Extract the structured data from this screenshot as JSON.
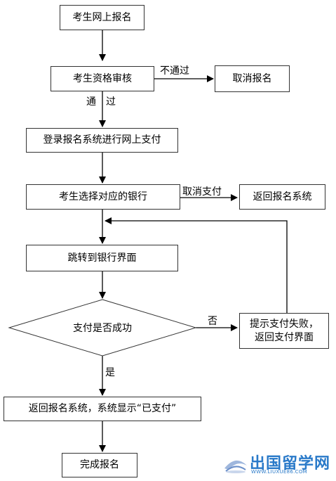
{
  "nodes": {
    "register_online": "考生网上报名",
    "qualification_review": "考生资格审核",
    "cancel_registration": "取消报名",
    "login_pay": "登录报名系统进行网上支付",
    "choose_bank": "考生选择对应的银行",
    "return_system": "返回报名系统",
    "jump_bank": "跳转到银行界面",
    "pay_success_q": "支付是否成功",
    "pay_fail_line1": "提示支付失败，",
    "pay_fail_line2": "返回支付界面",
    "return_paid": "返回报名系统，系统显示“已支付”",
    "done": "完成报名"
  },
  "labels": {
    "not_pass": "不通过",
    "pass_1": "通",
    "pass_2": "过",
    "cancel_pay": "取消支付",
    "no": "否",
    "yes": "是"
  },
  "watermark": {
    "text": "出国留学网",
    "url": "WWW.LIUXUE86.COM",
    "color": "#2a7ac9"
  }
}
